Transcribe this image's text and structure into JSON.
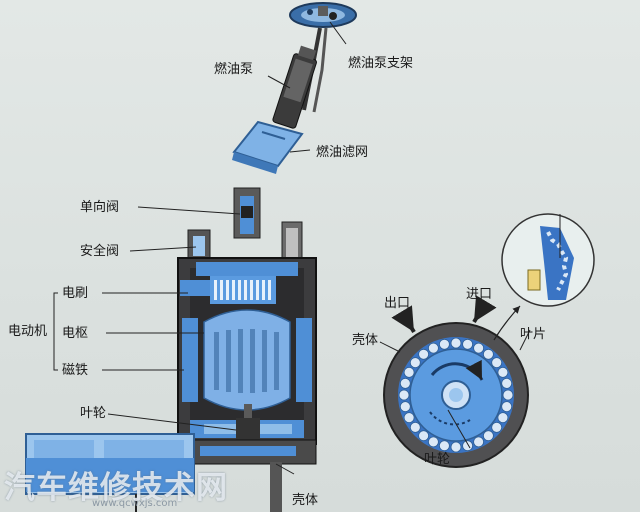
{
  "colors": {
    "pump_blue": "#4f8fd6",
    "light_blue": "#9cc6ee",
    "casing_dark": "#3c3c3e",
    "background": "#dfe5e3"
  },
  "labels": {
    "fuel_pump": "燃油泵",
    "pump_bracket": "燃油泵支架",
    "fuel_filter": "燃油滤网",
    "check_valve": "单向阀",
    "safety_valve": "安全阀",
    "motor": "电动机",
    "brush": "电刷",
    "armature": "电枢",
    "magnet": "磁铁",
    "impeller_left": "叶轮",
    "housing_bottom": "壳体",
    "housing_right": "壳体",
    "outlet": "出口",
    "inlet": "进口",
    "blade": "叶片",
    "impeller_right": "叶轮"
  },
  "watermark": {
    "text": "汽车维修技术网",
    "url": "www.qcwxjs.com"
  }
}
